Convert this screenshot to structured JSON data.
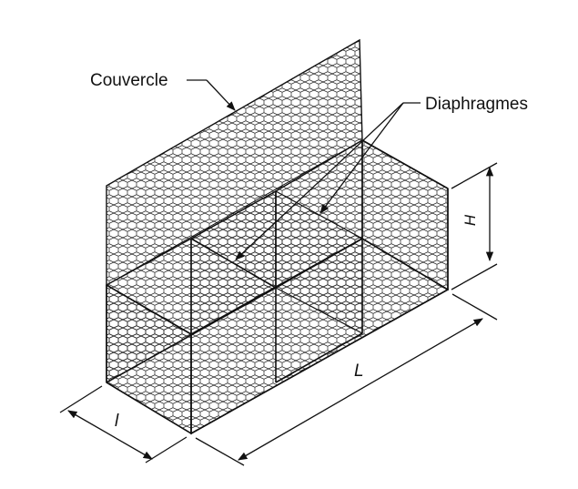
{
  "labels": {
    "lid": "Couvercle",
    "diaphragms": "Diaphragmes",
    "height": "H",
    "length": "L",
    "width": "l"
  },
  "colors": {
    "stroke": "#111111",
    "mesh": "#222222",
    "background": "#ffffff"
  }
}
